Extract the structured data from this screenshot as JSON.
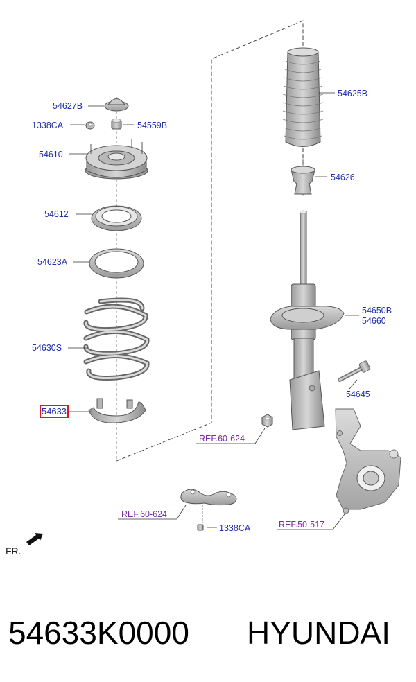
{
  "labels": {
    "p54627B": "54627B",
    "p1338CA_top": "1338CA",
    "p54559B": "54559B",
    "p54610": "54610",
    "p54612": "54612",
    "p54623A": "54623A",
    "p54630S": "54630S",
    "p54633": "54633",
    "p54625B": "54625B",
    "p54626": "54626",
    "p54650B": "54650B",
    "p54660": "54660",
    "p54645": "54645",
    "p1338CA_bottom": "1338CA"
  },
  "refs": {
    "ref_nut": "REF.60-624",
    "ref_arm": "REF.60-624",
    "ref_knuckle": "REF.50-517"
  },
  "orientation": {
    "label": "FR.",
    "icon": "forward-arrow-icon"
  },
  "caption": {
    "part_number": "54633K0000",
    "brand": "HYUNDAI"
  },
  "colors": {
    "label_blue": "#1f2fa8",
    "ref_purple": "#7a2aa3",
    "highlight_red": "#e0142a",
    "part_gray": "#bfbfbf"
  }
}
